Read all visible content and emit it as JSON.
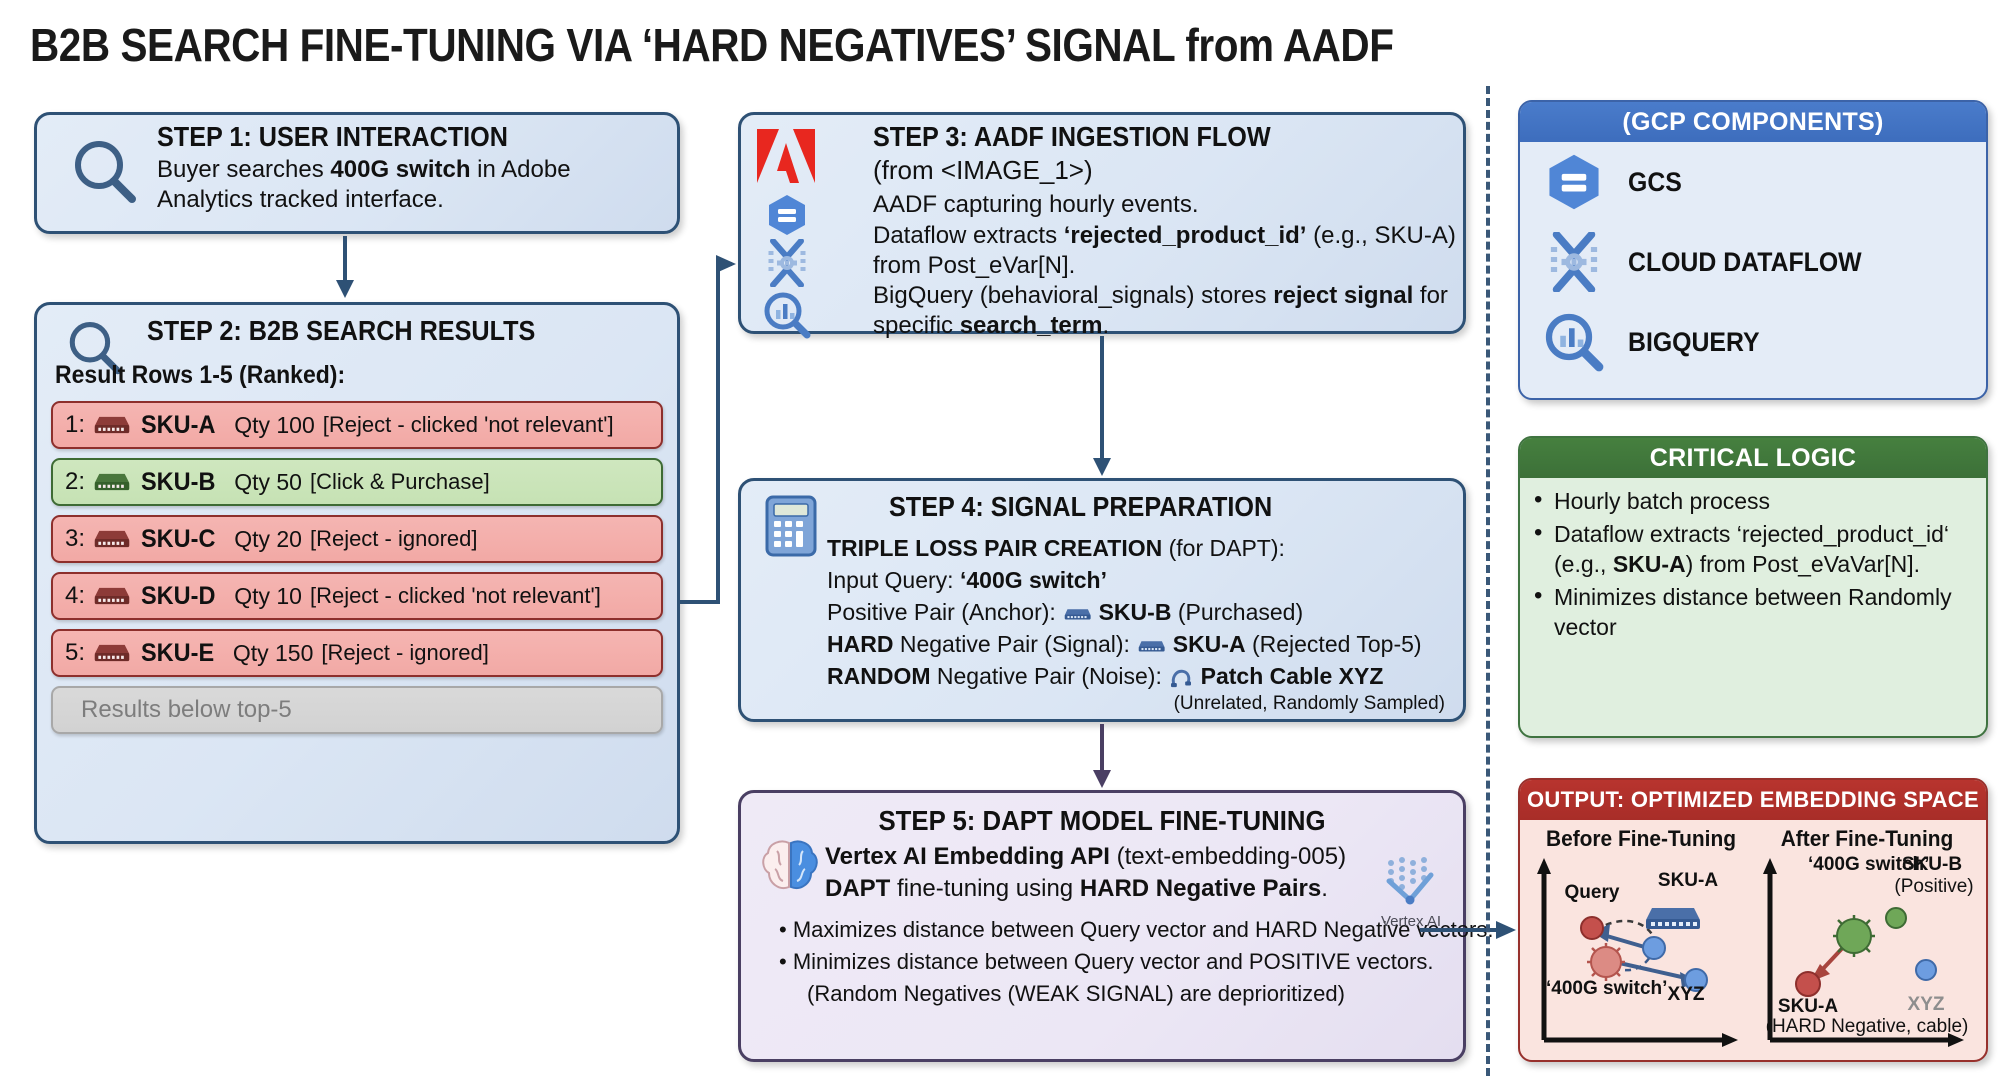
{
  "title": "B2B SEARCH FINE-TUNING VIA ‘HARD NEGATIVES’ SIGNAL from AADF",
  "step1": {
    "icon": "magnifier-icon",
    "title": "STEP 1: USER INTERACTION",
    "body": "Buyer searches ‘400G switch’ in Adobe Analytics tracked interface.",
    "body_bold": "400G switch"
  },
  "step2": {
    "icon": "magnifier-icon",
    "title": "STEP 2: B2B SEARCH RESULTS",
    "subtitle": "Result Rows 1-5 (Ranked):",
    "rows": [
      {
        "rank": "1:",
        "sku": "SKU-A",
        "qty": "Qty 100",
        "status": "[Reject - clicked 'not relevant']",
        "kind": "rej"
      },
      {
        "rank": "2:",
        "sku": "SKU-B",
        "qty": "Qty 50",
        "status": "[Click & Purchase]",
        "kind": "pos"
      },
      {
        "rank": "3:",
        "sku": "SKU-C",
        "qty": "Qty 20",
        "status": "[Reject - ignored]",
        "kind": "rej"
      },
      {
        "rank": "4:",
        "sku": "SKU-D",
        "qty": "Qty 10",
        "status": "[Reject - clicked 'not relevant']",
        "kind": "rej"
      },
      {
        "rank": "5:",
        "sku": "SKU-E",
        "qty": "Qty 150",
        "status": "[Reject - ignored]",
        "kind": "rej"
      }
    ],
    "below_row": "Results below top-5"
  },
  "step3": {
    "icon": "adobe-logo-icon",
    "title": "STEP 3: AADF INGESTION FLOW",
    "subtitle": "(from <IMAGE_1>)",
    "line1": "AADF capturing hourly events.",
    "line2_a": "Dataflow extracts ",
    "line2_b": "‘rejected_product_id’",
    "line2_c": " (e.g., SKU-A) from Post_eVar[N].",
    "line3_a": "BigQuery (behavioral_signals) stores ",
    "line3_b": "reject signal",
    "line3_c": " for specific ",
    "line3_d": "search_term",
    "line3_e": "."
  },
  "step4": {
    "icon": "calculator-icon",
    "title": "STEP 4: SIGNAL PREPARATION",
    "heading_bold": "TRIPLE LOSS PAIR CREATION",
    "heading_rest": " (for DAPT):",
    "input_label": "Input Query: ",
    "input_value": "‘400G switch’",
    "positive_label": "Positive Pair (Anchor): ",
    "positive_sku": "SKU-B",
    "positive_note": " (Purchased)",
    "hard_label_bold": "HARD",
    "hard_label_rest": " Negative Pair (Signal): ",
    "hard_sku": "SKU-A",
    "hard_note": " (Rejected Top-5)",
    "random_label_bold": "RANDOM",
    "random_label_rest": " Negative Pair (Noise): ",
    "random_item": "Patch Cable XYZ",
    "random_note": "(Unrelated, Randomly Sampled)"
  },
  "step5": {
    "icon": "brain-icon",
    "vendor_icon": "vertex-ai-icon",
    "vendor_label": "Vertex AI",
    "title": "STEP 5: DAPT MODEL FINE-TUNING",
    "line1_bold": "Vertex AI Embedding API",
    "line1_rest": " (text-embedding-005)",
    "line2_a": "DAPT",
    "line2_b": " fine-tuning using ",
    "line2_c": "HARD Negative Pairs",
    "line2_d": ".",
    "bullet1": "• Maximizes distance between Query vector and HARD Negative vectors.",
    "bullet2": "• Minimizes distance between Query vector and POSITIVE vectors.",
    "bullet3": "(Random Negatives (WEAK SIGNAL) are deprioritized)"
  },
  "gcp": {
    "title": "(GCP COMPONENTS)",
    "items": [
      {
        "icon": "gcs-hexagon-icon",
        "label": "GCS"
      },
      {
        "icon": "cloud-dataflow-icon",
        "label": "CLOUD DATAFLOW"
      },
      {
        "icon": "bigquery-icon",
        "label": "BIGQUERY"
      }
    ]
  },
  "critical": {
    "title": "CRITICAL LOGIC",
    "bullets": [
      "Hourly batch process",
      "Dataflow extracts ‘rejected_product_id‘ (e.g., SKU-A) from Post_eVaVar[N].",
      "Minimizes distance between Randomly vector"
    ],
    "bullet2_bold": "SKU-A"
  },
  "output": {
    "title": "OUTPUT: OPTIMIZED EMBEDDING SPACE",
    "before": {
      "title": "Before Fine-Tuning",
      "labels": {
        "query": "Query",
        "sku_a": "SKU-A",
        "query_text": "‘400G switch’",
        "xyz": "XYZ"
      }
    },
    "after": {
      "title": "After Fine-Tuning",
      "labels": {
        "query_text": "‘400G switch’",
        "sku_b": "SKU-B",
        "sku_b_note": "(Positive)",
        "sku_a": "SKU-A",
        "sku_a_note": "(HARD Negative, cable)",
        "xyz": "XYZ"
      }
    }
  },
  "colors": {
    "reject": "#f2a9a5",
    "reject_border": "#8d2f2c",
    "positive": "#c6e2b4",
    "positive_border": "#3e6b34",
    "dim": "#d2d2d2",
    "card_border": "#2e5175",
    "gcp_header": "#3d6dbd",
    "critical_header": "#3c7038",
    "output_header": "#a82d28",
    "adobe_red": "#e8271f"
  }
}
